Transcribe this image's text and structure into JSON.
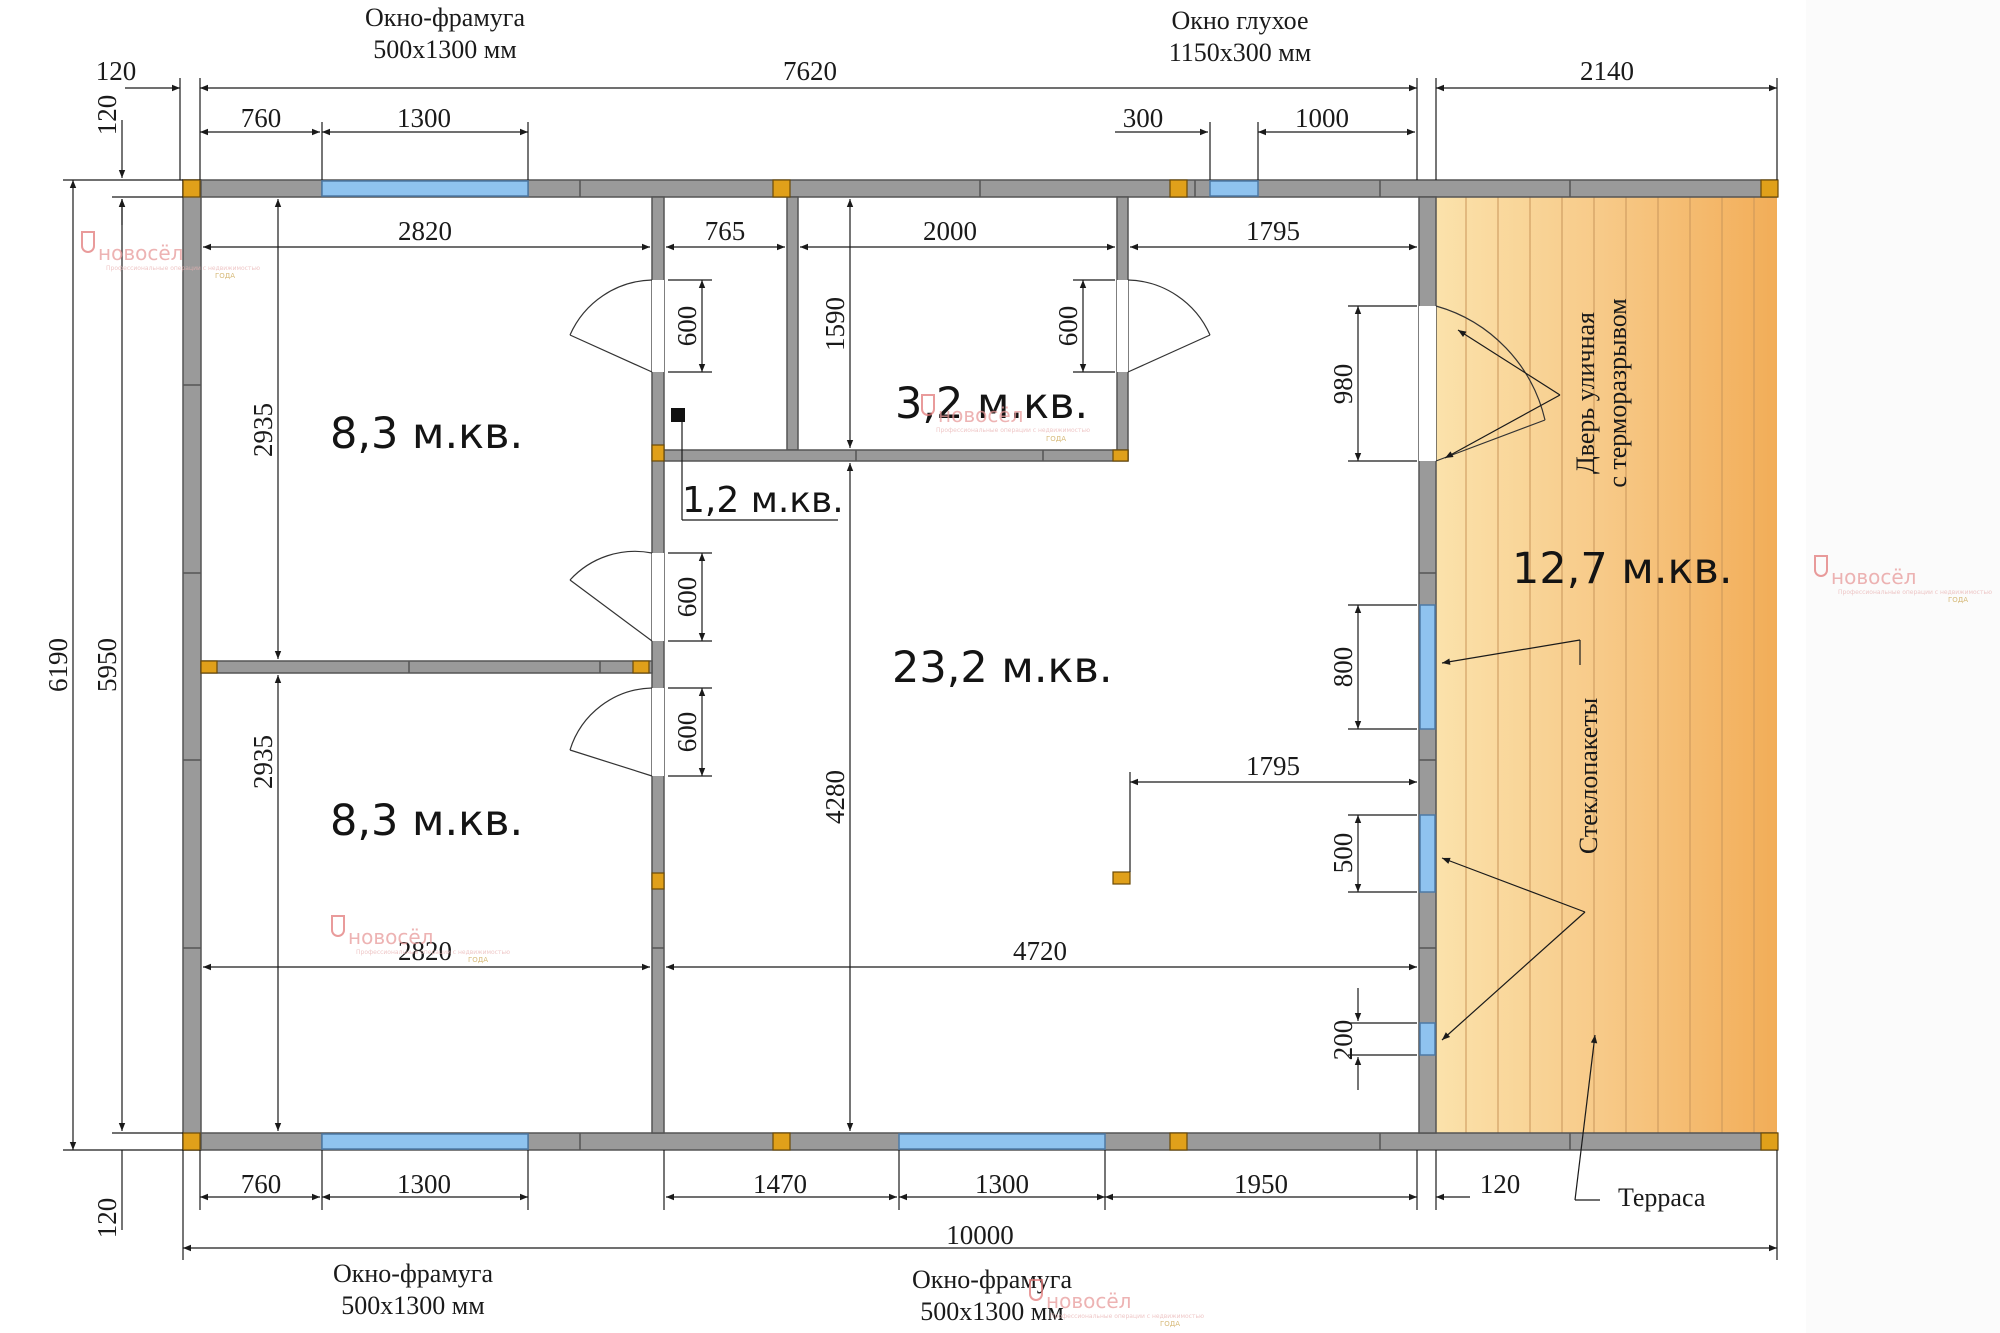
{
  "rooms": {
    "bedroom_top": "8,3 м.кв.",
    "bedroom_bottom": "8,3 м.кв.",
    "bathroom": "3,2 м.кв.",
    "closet": "1,2 м.кв.",
    "living": "23,2 м.кв.",
    "terrace": "12,7 м.кв."
  },
  "labels": {
    "window_top_left_name": "Окно-фрамуга",
    "window_top_left_size": "500х1300 мм",
    "window_top_right_name": "Окно глухое",
    "window_top_right_size": "1150х300 мм",
    "window_bottom_left_name": "Окно-фрамуга",
    "window_bottom_left_size": "500х1300 мм",
    "window_bottom_center_name": "Окно-фрамуга",
    "window_bottom_center_size": "500х1300 мм",
    "door_line1": "Дверь уличная",
    "door_line2": "с терморазрывом",
    "glazing": "Стеклопакеты",
    "terrace": "Терраса"
  },
  "dims": {
    "top_120": "120",
    "top_7620": "7620",
    "top_2140": "2140",
    "top_120_v": "120",
    "top_760": "760",
    "top_1300": "1300",
    "top_300": "300",
    "top_1000": "1000",
    "r1_2820": "2820",
    "r1_765": "765",
    "r1_2000": "2000",
    "r1_1795": "1795",
    "v_600_a": "600",
    "v_600_b": "600",
    "v_1590": "1590",
    "v_2935_a": "2935",
    "v_2935_b": "2935",
    "v_600_c": "600",
    "v_600_d": "600",
    "v_4280": "4280",
    "v_980": "980",
    "v_800": "800",
    "v_500": "500",
    "v_200": "200",
    "mid_1795": "1795",
    "mid_2820": "2820",
    "mid_4720": "4720",
    "left_6190": "6190",
    "left_5950": "5950",
    "left_120": "120",
    "bot_760": "760",
    "bot_1300": "1300",
    "bot_1470": "1470",
    "bot_1300b": "1300",
    "bot_1950": "1950",
    "bot_120": "120",
    "bot_10000": "10000"
  },
  "watermark": {
    "brand": "новосёл",
    "tagline": "Профессиональные операции с недвижимостью",
    "award": "ГОДА"
  },
  "colors": {
    "wall": "#8e8e8e",
    "wall_edge": "#5a5a5a",
    "column": "#e0a01a",
    "glass": "#8fc3ef",
    "terrace_light": "#fbe0a6",
    "terrace_dark": "#f4b45c",
    "watermark": "#e27a7a"
  }
}
